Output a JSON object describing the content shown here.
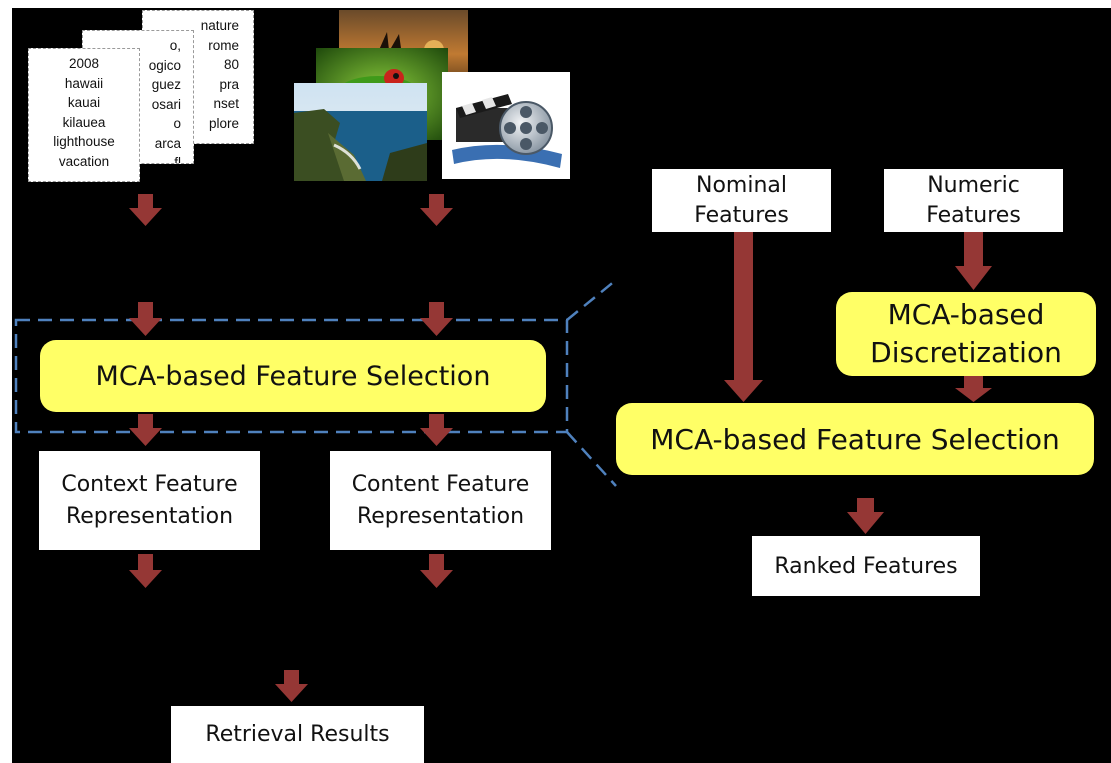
{
  "colors": {
    "background": "#000000",
    "arrow": "#953735",
    "highlight": "#ffff66",
    "dashed_line": "#4f81bd",
    "box": "#ffffff"
  },
  "tag_cards": {
    "back": [
      "nature",
      "rome",
      "80",
      "pra",
      "nset",
      "plore"
    ],
    "middle": [
      "o,",
      "ogico",
      "guez",
      "osari",
      "o",
      "arca",
      "fl"
    ],
    "front": [
      "2008",
      "hawaii",
      "kauai",
      "kilauea",
      "lighthouse",
      "vacation"
    ]
  },
  "images": {
    "sunset_photo": "sunset-photo",
    "frog_photo": "frog-photo",
    "coast_photo": "coastline-photo",
    "video_icon": "film-reel-clapperboard-icon"
  },
  "left": {
    "feature_selection": "MCA-based Feature Selection",
    "context_repr": [
      "Context Feature",
      "Representation"
    ],
    "content_repr": [
      "Content Feature",
      "Representation"
    ],
    "retrieval": "Retrieval Results"
  },
  "right": {
    "nominal": [
      "Nominal",
      "Features"
    ],
    "numeric": [
      "Numeric",
      "Features"
    ],
    "discretization": [
      "MCA-based",
      "Discretization"
    ],
    "feature_selection": "MCA-based Feature Selection",
    "ranked": "Ranked Features"
  }
}
